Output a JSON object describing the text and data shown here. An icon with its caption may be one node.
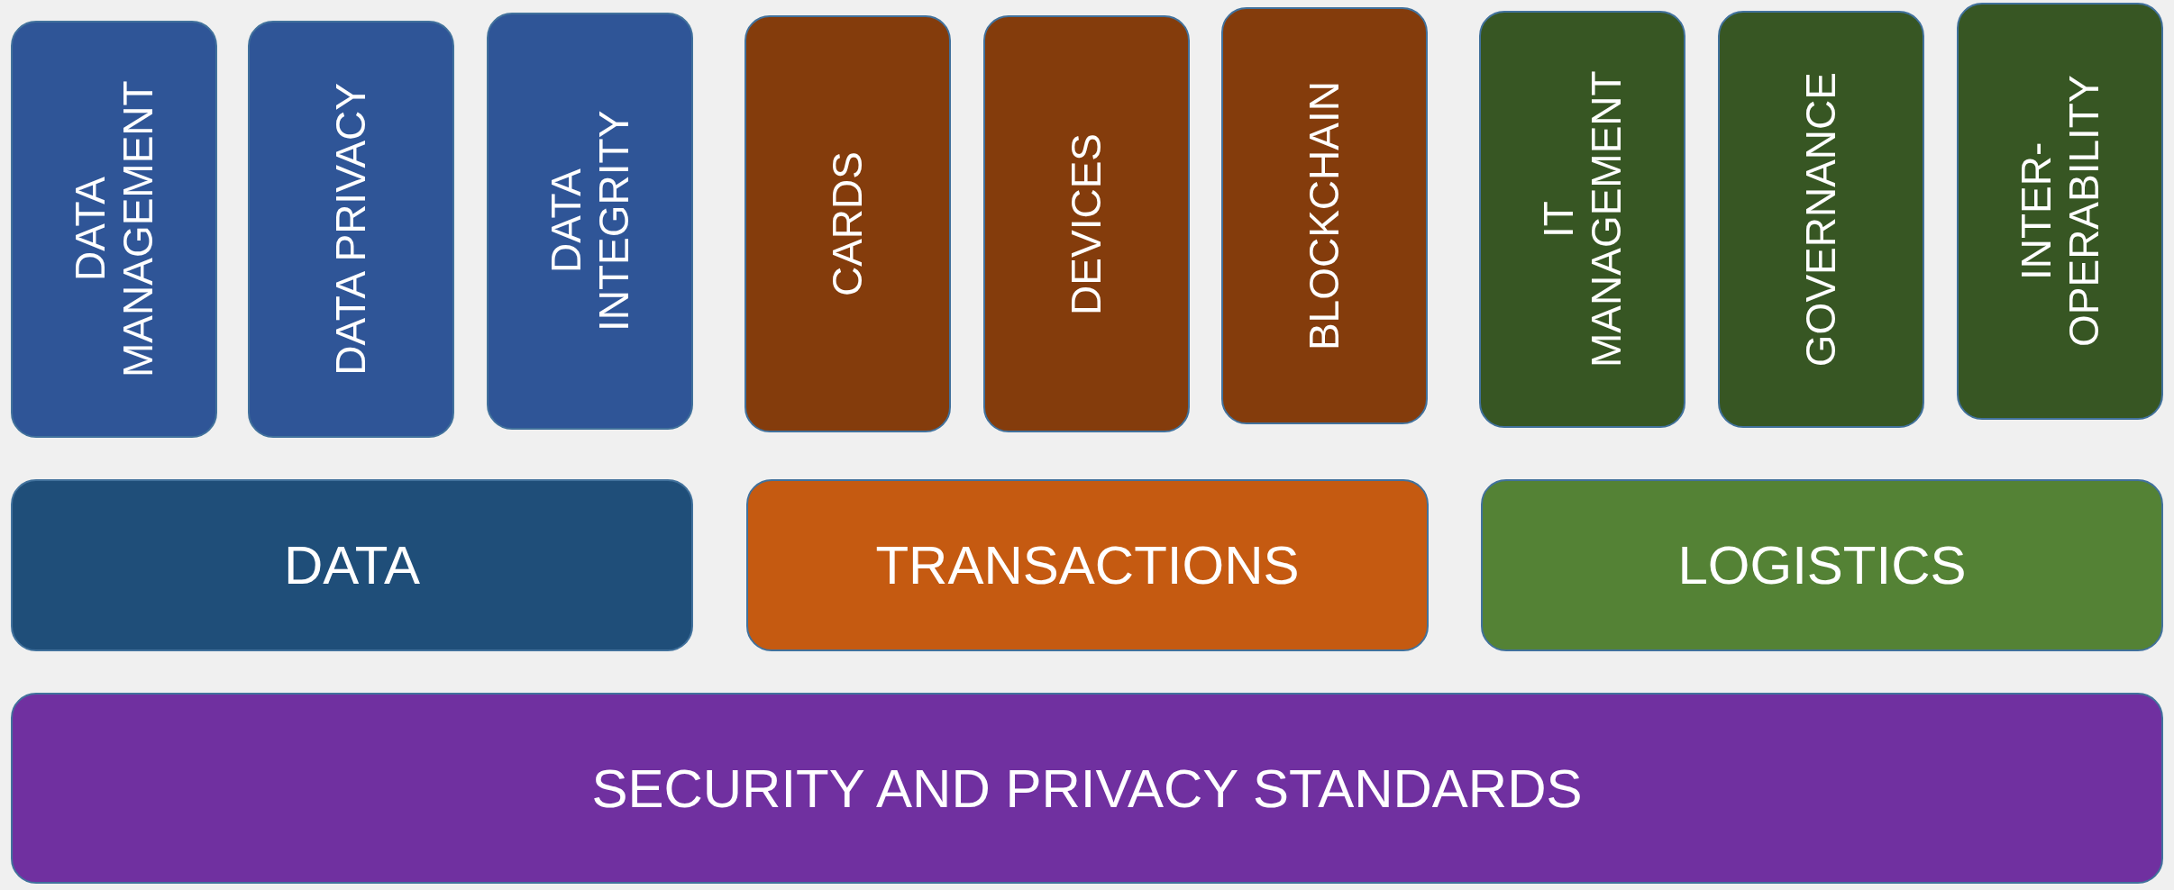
{
  "diagram": {
    "nodes": [
      {
        "text": [
          "DATA MANAGEMENT"
        ]
      },
      {
        "text": [
          "DATA PRIVACY"
        ]
      },
      {
        "text": [
          "DATA INTEGRITY"
        ]
      },
      {
        "text": [
          "CARDS"
        ]
      },
      {
        "text": [
          "DEVICES"
        ]
      },
      {
        "text": [
          "BLOCKCHAIN"
        ]
      },
      {
        "text": [
          "IT MANAGEMENT"
        ]
      },
      {
        "text": [
          "GOVERNANCE"
        ]
      },
      {
        "text": [
          "INTER-OPERABILITY"
        ]
      },
      {
        "text": [
          "DATA"
        ]
      },
      {
        "text": [
          "TRANSACTIONS"
        ]
      },
      {
        "text": [
          "LOGISTICS"
        ]
      },
      {
        "text": [
          "SECURITY AND PRIVACY STANDARDS"
        ]
      }
    ]
  }
}
